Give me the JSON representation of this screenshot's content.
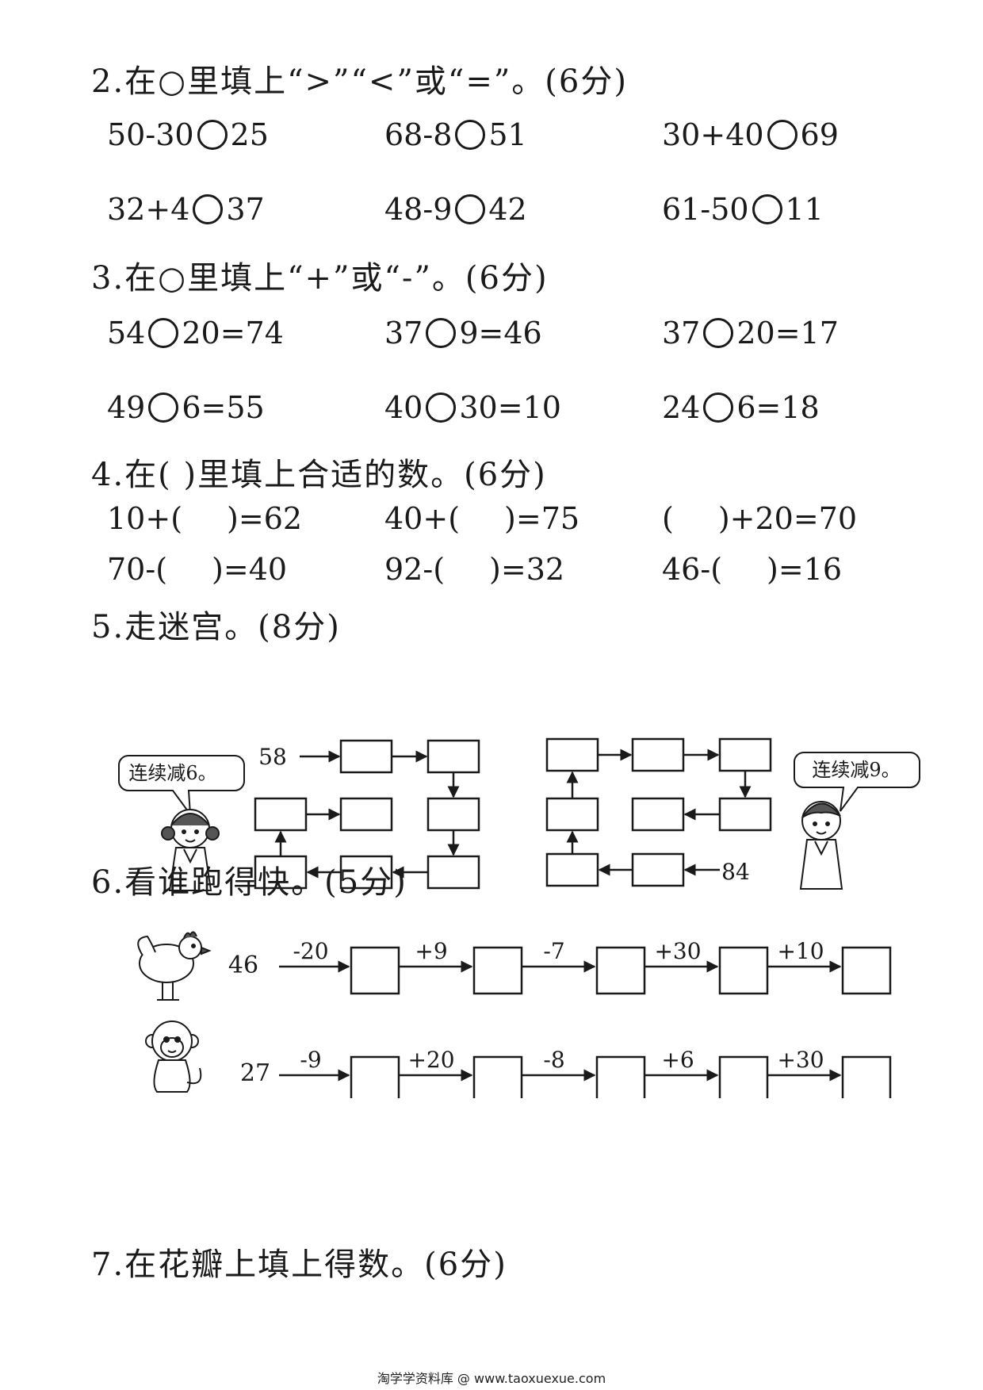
{
  "q2": {
    "title": "2.在○里填上“>”“<”或“=”。(6分)",
    "items": [
      {
        "left": "50-30",
        "right": "25"
      },
      {
        "left": "68-8",
        "right": "51"
      },
      {
        "left": "30+40",
        "right": "69"
      },
      {
        "left": "32+4",
        "right": "37"
      },
      {
        "left": "48-9",
        "right": "42"
      },
      {
        "left": "61-50",
        "right": "11"
      }
    ]
  },
  "q3": {
    "title": "3.在○里填上“+”或“-”。(6分)",
    "items": [
      {
        "left": "54",
        "right": "20=74"
      },
      {
        "left": "37",
        "right": "9=46"
      },
      {
        "left": "37",
        "right": "20=17"
      },
      {
        "left": "49",
        "right": "6=55"
      },
      {
        "left": "40",
        "right": "30=10"
      },
      {
        "left": "24",
        "right": "6=18"
      }
    ]
  },
  "q4": {
    "title": "4.在(  )里填上合适的数。(6分)",
    "items": [
      {
        "left": "10+(",
        "right": ")=62"
      },
      {
        "left": "40+(",
        "right": ")=75"
      },
      {
        "left": "(",
        "right": ")+20=70"
      },
      {
        "left": "70-(",
        "right": ")=40"
      },
      {
        "left": "92-(",
        "right": ")=32"
      },
      {
        "left": "46-(",
        "right": ")=16"
      }
    ]
  },
  "q5": {
    "title": "5.走迷宫。(8分)",
    "left_start": "58",
    "left_bubble": "连续减6。",
    "right_start": "84",
    "right_bubble": "连续减9。"
  },
  "q6": {
    "title": "6.看谁跑得快。(5分)",
    "chicken": {
      "start": "46",
      "ops": [
        "-20",
        "+9",
        "-7",
        "+30",
        "+10"
      ]
    },
    "monkey": {
      "start": "27",
      "ops": [
        "-9",
        "+20",
        "-8",
        "+6",
        "+30"
      ]
    }
  },
  "q7": {
    "title": "7.在花瓣上填上得数。(6分)"
  },
  "footer": "淘学学资料库 @ www.taoxuexue.com"
}
